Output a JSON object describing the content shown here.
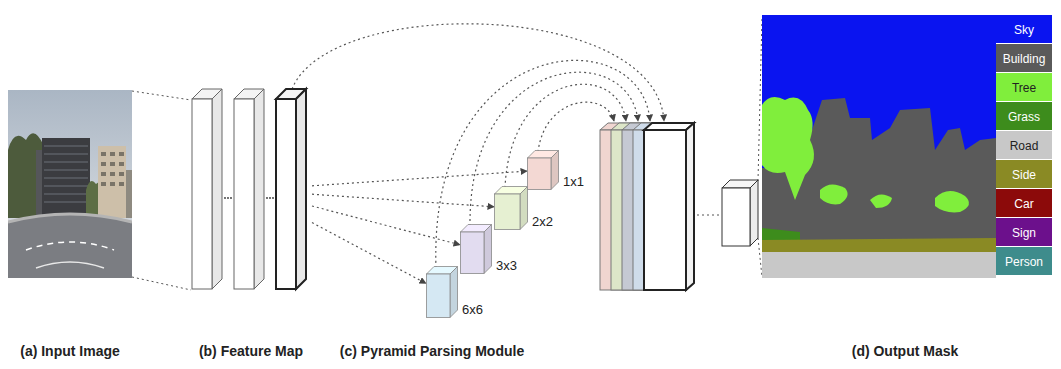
{
  "diagram": {
    "nodes": [
      {
        "text": [
          "(b) Feature Map"
        ]
      },
      {
        "text": [
          "6x6"
        ]
      },
      {
        "text": [
          "3x3"
        ]
      },
      {
        "text": [
          "2x2"
        ]
      },
      {
        "text": [
          "1x1"
        ]
      }
    ],
    "edges": [
      {
        "from": 0,
        "to": 1,
        "arrow": "to"
      },
      {
        "from": 0,
        "to": 2,
        "arrow": "to"
      },
      {
        "from": 0,
        "to": 3,
        "arrow": "to"
      },
      {
        "from": 0,
        "to": 4,
        "arrow": "to"
      }
    ],
    "labels": [
      "(a) Input Image",
      "(c) Pyramid Parsing Module",
      "(d) Output Mask"
    ],
    "legend": [
      {
        "text": "Sky",
        "color": "#0a14f0"
      },
      {
        "text": "Building",
        "color": "#5a5a5a"
      },
      {
        "text": "Tree",
        "color": "#80ee3c"
      },
      {
        "text": "Grass",
        "color": "#3d8c1c"
      },
      {
        "text": "Road",
        "color": "#c8c8c8"
      },
      {
        "text": "Side",
        "color": "#8a8a24"
      },
      {
        "text": "Car",
        "color": "#8c0a0a"
      },
      {
        "text": "Sign",
        "color": "#6c108c"
      },
      {
        "text": "Person",
        "color": "#3e8c8c"
      }
    ]
  }
}
